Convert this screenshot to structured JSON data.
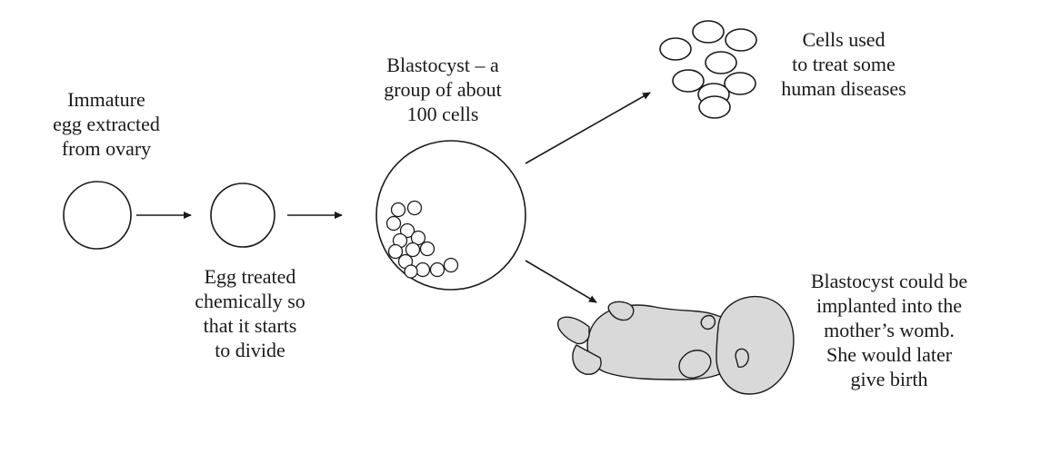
{
  "labels": {
    "immature_egg": [
      "Immature",
      "egg extracted",
      "from ovary"
    ],
    "egg_treated": [
      "Egg treated",
      "chemically so",
      "that it starts",
      "to divide"
    ],
    "blastocyst": [
      "Blastocyst – a",
      "group of about",
      "100 cells"
    ],
    "cells_used": [
      "Cells used",
      "to treat some",
      "human diseases"
    ],
    "implanted": [
      "Blastocyst could be",
      "implanted into the",
      "mother’s womb.",
      "She would later",
      "give birth"
    ]
  },
  "colors": {
    "stroke": "#1a1a1a",
    "baby_fill": "#d9d9d9"
  }
}
